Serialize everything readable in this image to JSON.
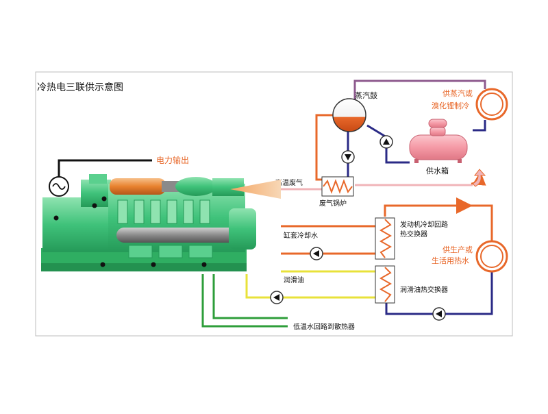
{
  "title": "冷热电三联供示意图",
  "labels": {
    "power_output": "电力输出",
    "steam_drum": "蒸汽鼓",
    "steam_supply_line1": "供蒸汽或",
    "steam_supply_line2": "溴化锂制冷",
    "water_tank": "供水箱",
    "hot_exhaust": "高温废气",
    "waste_boiler": "废气锅炉",
    "engine_hx_line1": "发动机冷却回路",
    "engine_hx_line2": "热交换器",
    "jacket_water": "缸套冷却水",
    "production_line1": "供生产或",
    "production_line2": "生活用热水",
    "lube_oil": "润滑油",
    "lube_hx": "润滑油热交换器",
    "low_temp_loop": "低温水回路到散热器"
  },
  "colors": {
    "hot_water": "#e8682a",
    "cold_water": "#2a2a86",
    "steam": "#8e5a8e",
    "lube_oil": "#e8e23a",
    "low_temp": "#2e9e3a",
    "exhaust": "#f0b4b8",
    "label_orange": "#e8682a",
    "engine_green": "#3fc27a",
    "tank_pink": "#f59aa6"
  },
  "icons": [
    "generator-icon",
    "pump-icon",
    "heat-exchanger-icon",
    "exhaust-arrow-icon"
  ]
}
